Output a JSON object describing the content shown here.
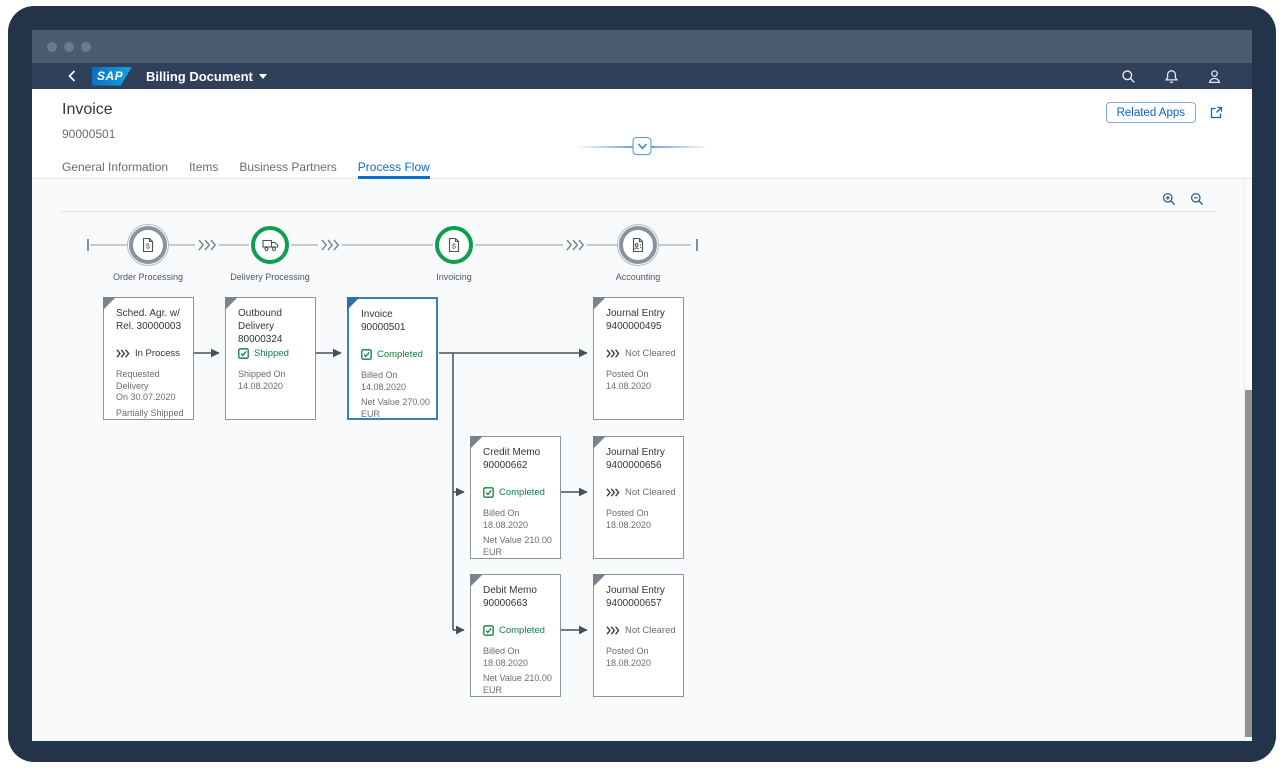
{
  "shell": {
    "logo_text": "SAP",
    "app_title": "Billing Document"
  },
  "page": {
    "title": "Invoice",
    "subtitle": "90000501",
    "related_apps": "Related Apps"
  },
  "tabs": [
    {
      "label": "General Information"
    },
    {
      "label": "Items"
    },
    {
      "label": "Business Partners"
    },
    {
      "label": "Process Flow",
      "active": true
    }
  ],
  "lanes": [
    {
      "label": "Order Processing",
      "state": "neutral"
    },
    {
      "label": "Delivery Processing",
      "state": "positive"
    },
    {
      "label": "Invoicing",
      "state": "positive"
    },
    {
      "label": "Accounting",
      "state": "neutral"
    }
  ],
  "cards": [
    {
      "title": "Sched. Agr. w/\nRel. 30000003",
      "status_type": "chevrons",
      "status_state": "in-process",
      "status_label": "In Process",
      "attrs": [
        "Requested Delivery\nOn 30.07.2020",
        "Partially Shipped"
      ],
      "selected": false
    },
    {
      "title": "Outbound\nDelivery\n80000324",
      "status_type": "checkbox",
      "status_state": "positive",
      "status_label": "Shipped",
      "attrs": [
        "Shipped On\n14.08.2020"
      ],
      "selected": false
    },
    {
      "title": "Invoice\n90000501",
      "status_type": "checkbox",
      "status_state": "positive",
      "status_label": "Completed",
      "attrs": [
        "Billed On\n14.08.2020",
        "Net Value 270.00\nEUR"
      ],
      "selected": true
    },
    {
      "title": "Journal Entry\n9400000495",
      "status_type": "chevrons",
      "status_state": "neutral",
      "status_label": "Not Cleared",
      "attrs": [
        "Posted On\n14.08.2020"
      ],
      "selected": false
    },
    {
      "title": "Credit Memo\n90000662",
      "status_type": "checkbox",
      "status_state": "positive",
      "status_label": "Completed",
      "attrs": [
        "Billed On\n18.08.2020",
        "Net Value 210.00\nEUR"
      ],
      "selected": false
    },
    {
      "title": "Journal Entry\n9400000656",
      "status_type": "chevrons",
      "status_state": "neutral",
      "status_label": "Not Cleared",
      "attrs": [
        "Posted On\n18.08.2020"
      ],
      "selected": false
    },
    {
      "title": "Debit Memo\n90000663",
      "status_type": "checkbox",
      "status_state": "positive",
      "status_label": "Completed",
      "attrs": [
        "Billed On\n18.08.2020",
        "Net Value 210.00\nEUR"
      ],
      "selected": false
    },
    {
      "title": "Journal Entry\n9400000657",
      "status_type": "chevrons",
      "status_state": "neutral",
      "status_label": "Not Cleared",
      "attrs": [
        "Posted On\n18.08.2020"
      ],
      "selected": false
    }
  ],
  "colors": {
    "accent_blue": "#0a6ed1",
    "positive_green": "#107e3e",
    "node_green": "#0f9d4f",
    "selected_card_border": "#3e7cbd",
    "shell_bg": "#30405a",
    "titlebar_bg": "#4b5b6e",
    "frame_bg": "#233349"
  }
}
